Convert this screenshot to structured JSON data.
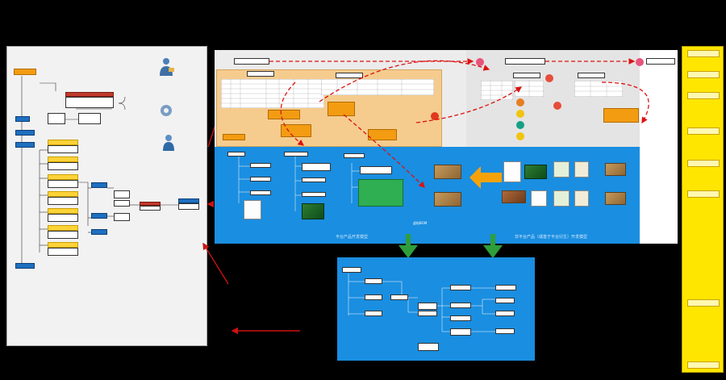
{
  "left_panel": {
    "callouts": [
      "",
      "",
      ""
    ]
  },
  "top_panel": {
    "left_section_title": "平台产品开发模型",
    "right_section_title": "非平台产品（或基于平台衍生）开发模型",
    "bom_label": "虚拟BOM"
  },
  "right_sidebar": {
    "items": [
      "",
      "",
      "",
      "",
      "",
      "",
      "",
      ""
    ]
  },
  "colors": {
    "background": "#000000",
    "left_panel": "#f2f2f2",
    "blue_panel": "#1a8ee0",
    "tan_panel": "#f5cc8e",
    "yellow_sidebar": "#ffe600",
    "arrow_green": "#2e9e3b",
    "arrow_red": "#cc1111",
    "arrow_orange": "#f5a20a"
  },
  "icons": [
    "user-figure-icon",
    "gear-figure-icon",
    "worker-figure-icon",
    "arrow-down-green-icon",
    "arrow-left-orange-icon",
    "arrow-left-red-icon"
  ]
}
